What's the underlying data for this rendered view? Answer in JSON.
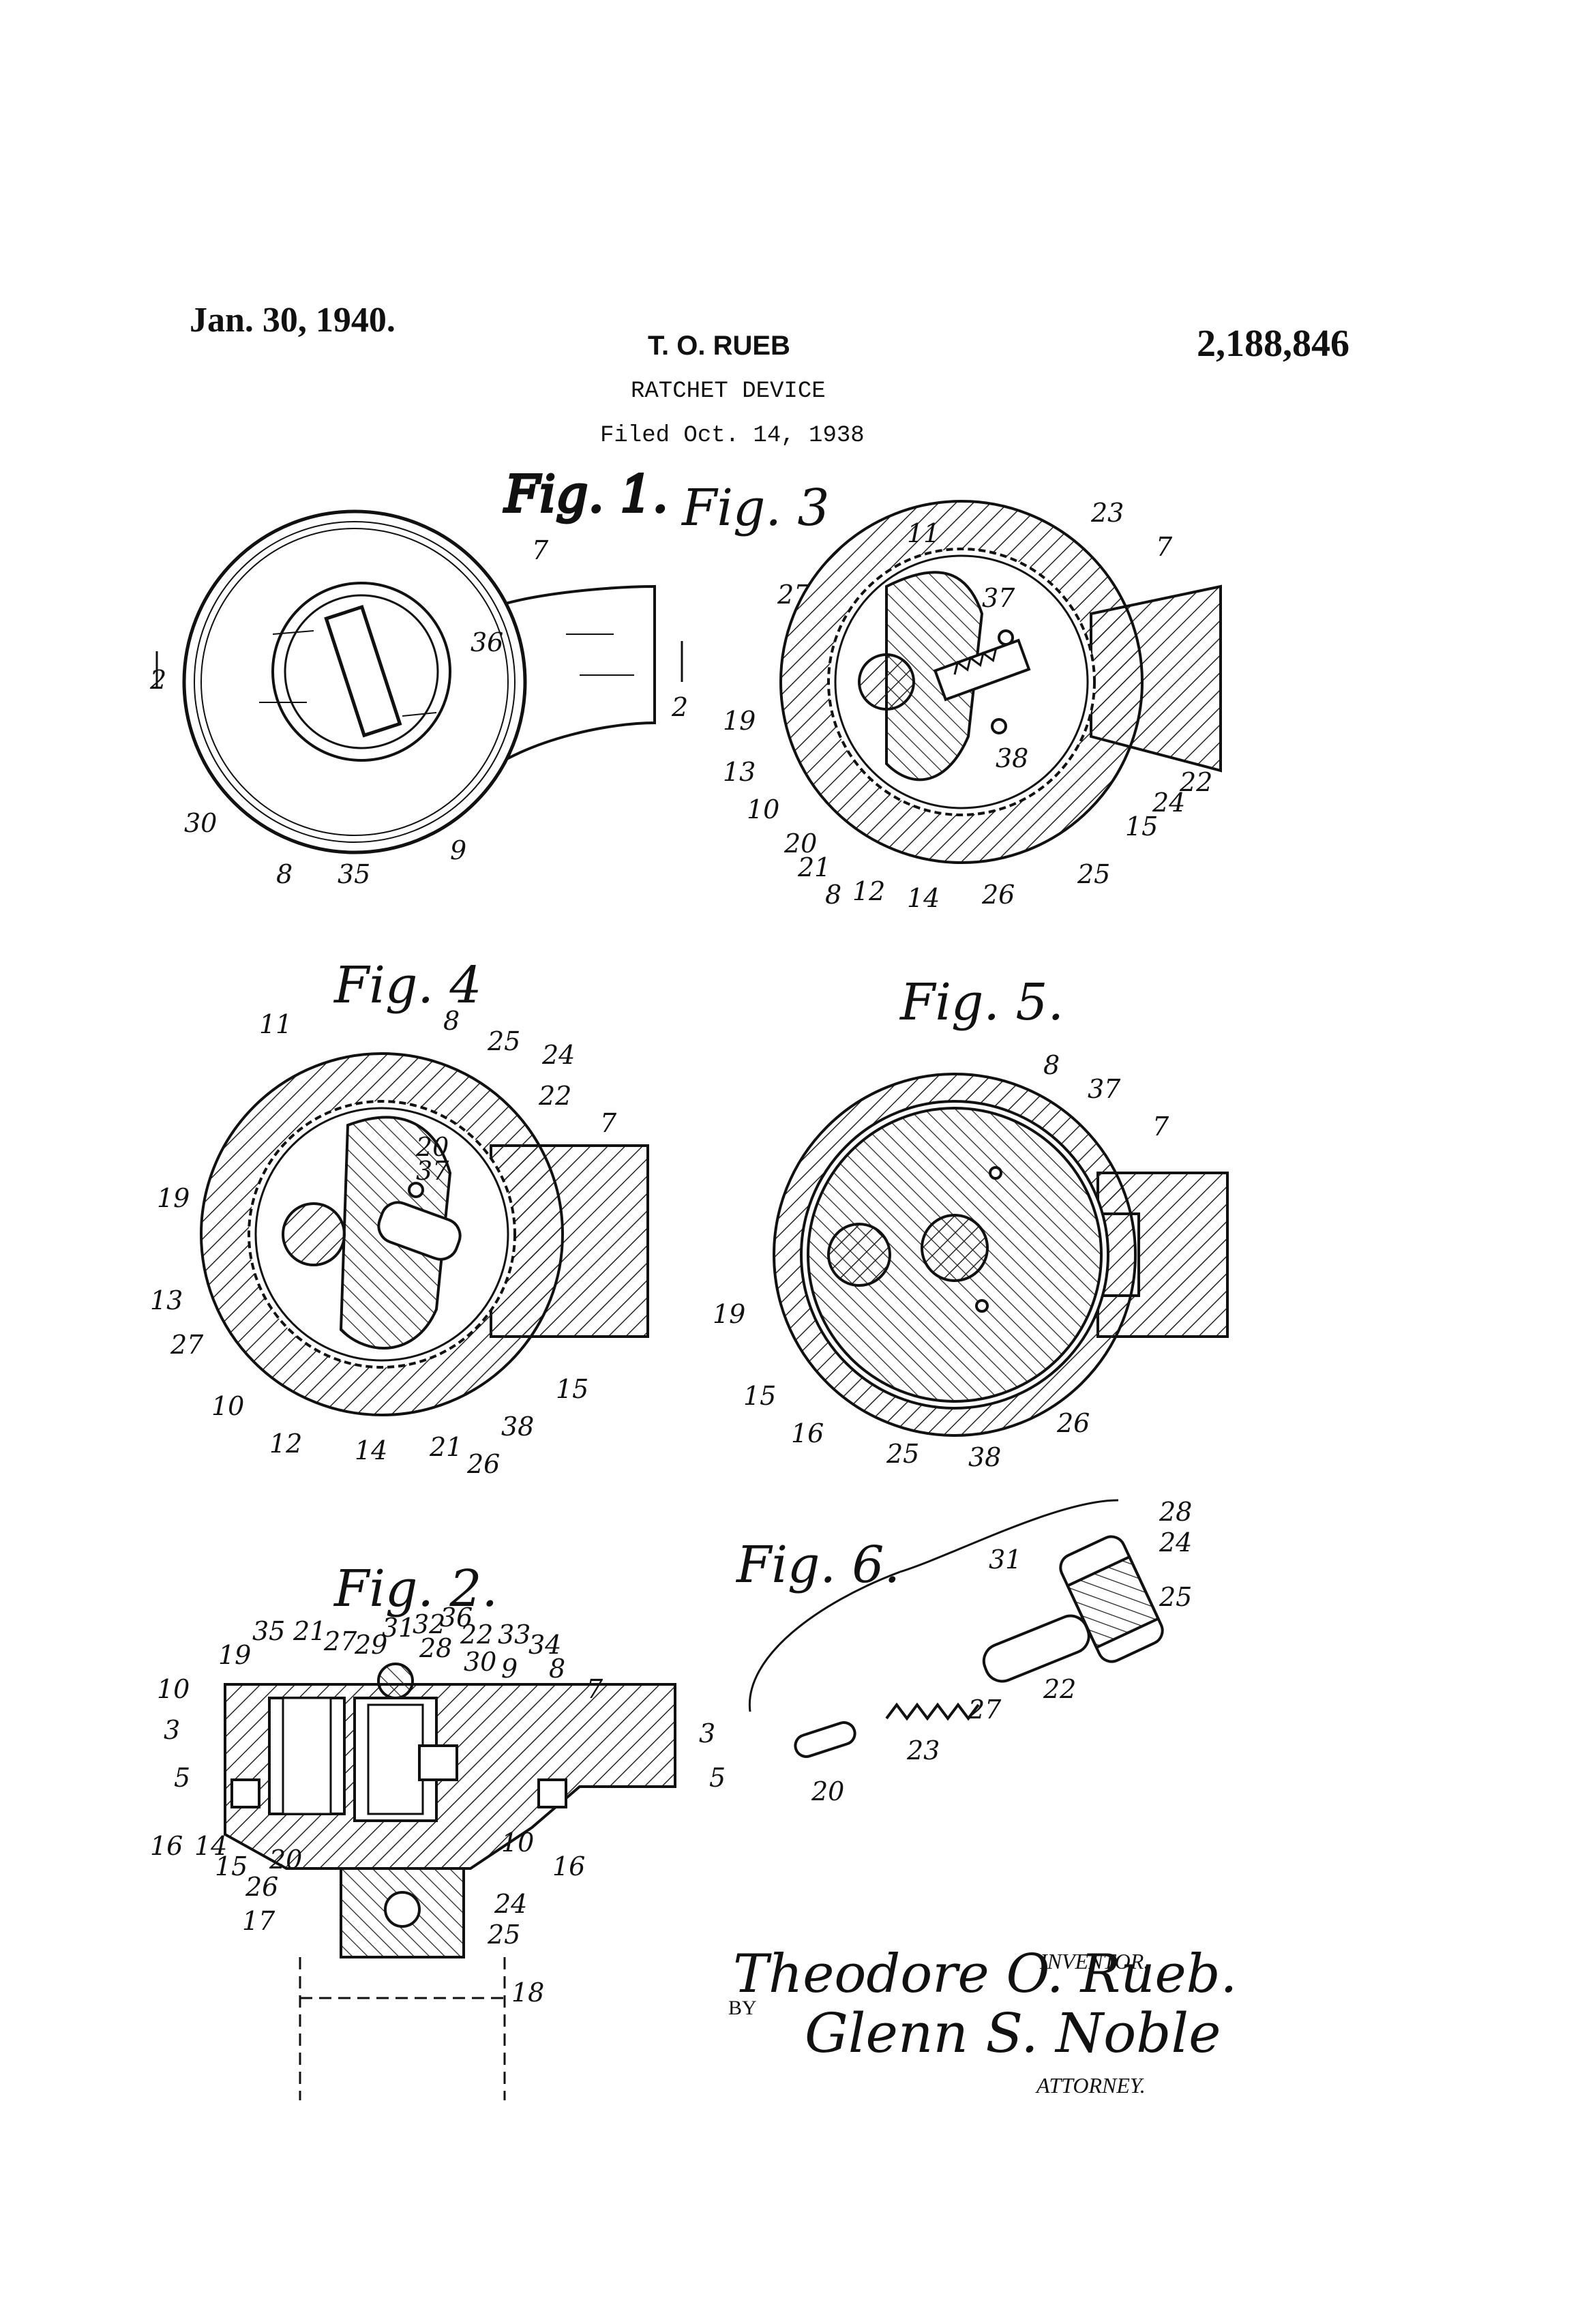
{
  "header": {
    "date": "Jan. 30, 1940.",
    "inventor": "T. O. RUEB",
    "patent_number": "2,188,846",
    "title": "RATCHET DEVICE",
    "filed": "Filed Oct. 14, 1938"
  },
  "figures": {
    "fig1": {
      "caption": "Fig. 1.",
      "labels": [
        "7",
        "2",
        "2",
        "36",
        "30",
        "8",
        "35",
        "9"
      ]
    },
    "fig3": {
      "caption": "Fig. 3",
      "labels": [
        "11",
        "23",
        "7",
        "27",
        "37",
        "19",
        "13",
        "10",
        "20",
        "21",
        "8",
        "12",
        "14",
        "26",
        "25",
        "15",
        "24",
        "22",
        "38"
      ]
    },
    "fig4": {
      "caption": "Fig. 4",
      "labels": [
        "11",
        "8",
        "25",
        "24",
        "22",
        "7",
        "20",
        "37",
        "19",
        "13",
        "27",
        "10",
        "12",
        "14",
        "21",
        "26",
        "38",
        "15"
      ]
    },
    "fig5": {
      "caption": "Fig. 5.",
      "labels": [
        "8",
        "37",
        "7",
        "19",
        "15",
        "16",
        "25",
        "38",
        "26"
      ]
    },
    "fig2": {
      "caption": "Fig. 2.",
      "labels": [
        "35",
        "21",
        "27",
        "29",
        "31",
        "32",
        "36",
        "28",
        "22",
        "33",
        "34",
        "19",
        "30",
        "9",
        "8",
        "10",
        "7",
        "3",
        "5",
        "3",
        "5",
        "16",
        "14",
        "15",
        "20",
        "26",
        "10",
        "16",
        "24",
        "25",
        "17",
        "18"
      ]
    },
    "fig6": {
      "caption": "Fig. 6.",
      "labels": [
        "28",
        "31",
        "24",
        "25",
        "22",
        "27",
        "23",
        "20"
      ]
    }
  },
  "signature_block": {
    "inventor_label": "INVENTOR.",
    "inventor_name": "Theodore O. Rueb.",
    "by_label": "BY",
    "attorney_name": "Glenn S. Noble",
    "attorney_label": "ATTORNEY."
  }
}
